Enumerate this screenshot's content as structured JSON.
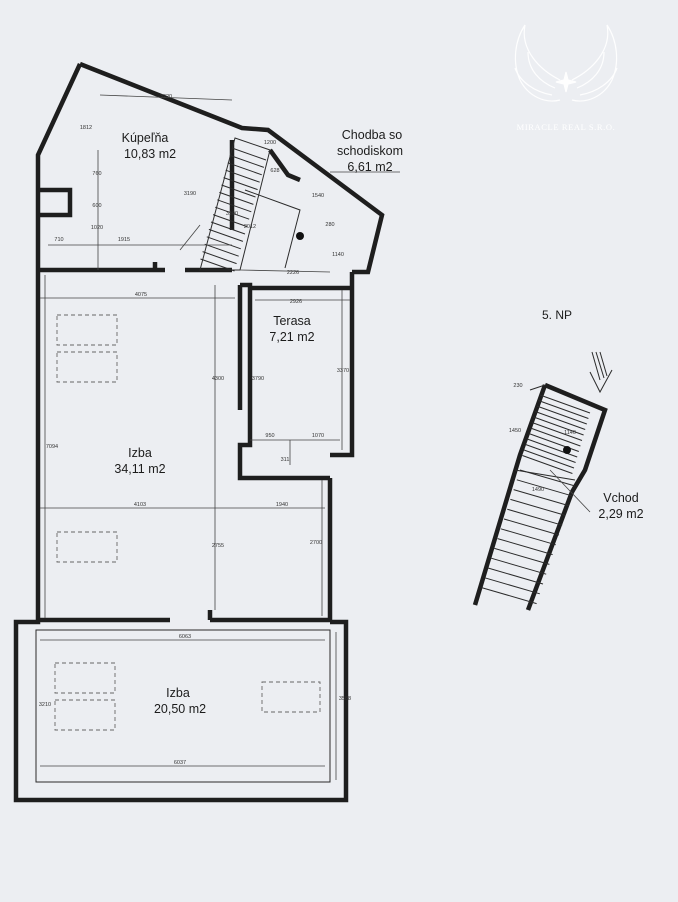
{
  "floor_label": "5. NP",
  "brand": {
    "name": "MIRACLE REAL S.R.O."
  },
  "rooms": {
    "bathroom": {
      "name": "Kúpeľňa",
      "area": "10,83 m2"
    },
    "hallway": {
      "name": "Chodba so",
      "name2": "schodiskom",
      "area": "6,61 m2"
    },
    "terrace": {
      "name": "Terasa",
      "area": "7,21 m2"
    },
    "room_large": {
      "name": "Izba",
      "area": "34,11 m2"
    },
    "room_small": {
      "name": "Izba",
      "area": "20,50 m2"
    },
    "entrance": {
      "name": "Vchod",
      "area": "2,29 m2"
    }
  },
  "dimensions": {
    "d3220": "3220",
    "d1812": "1812",
    "d760": "760",
    "d600": "600",
    "d1020": "1020",
    "d710": "710",
    "d1915": "1915",
    "d3190": "3190",
    "d3190b": "3190",
    "d2012": "2012",
    "d1200": "1200",
    "d628": "628",
    "d1540": "1540",
    "d280": "280",
    "d1140": "1140",
    "d2226": "2226",
    "d4075": "4075",
    "d2926": "2926",
    "d4300": "4300",
    "d3790": "3790",
    "d3370": "3370",
    "d7094": "7094",
    "d950": "950",
    "d1070": "1070",
    "d311": "311",
    "d4103": "4103",
    "d1940": "1940",
    "d2755": "2755",
    "d2700": "2700",
    "d6063": "6063",
    "d3588": "3588",
    "d3210": "3210",
    "d6037": "6037",
    "d230": "230",
    "d1450": "1450",
    "d1140b": "1140",
    "d1490": "1490"
  }
}
